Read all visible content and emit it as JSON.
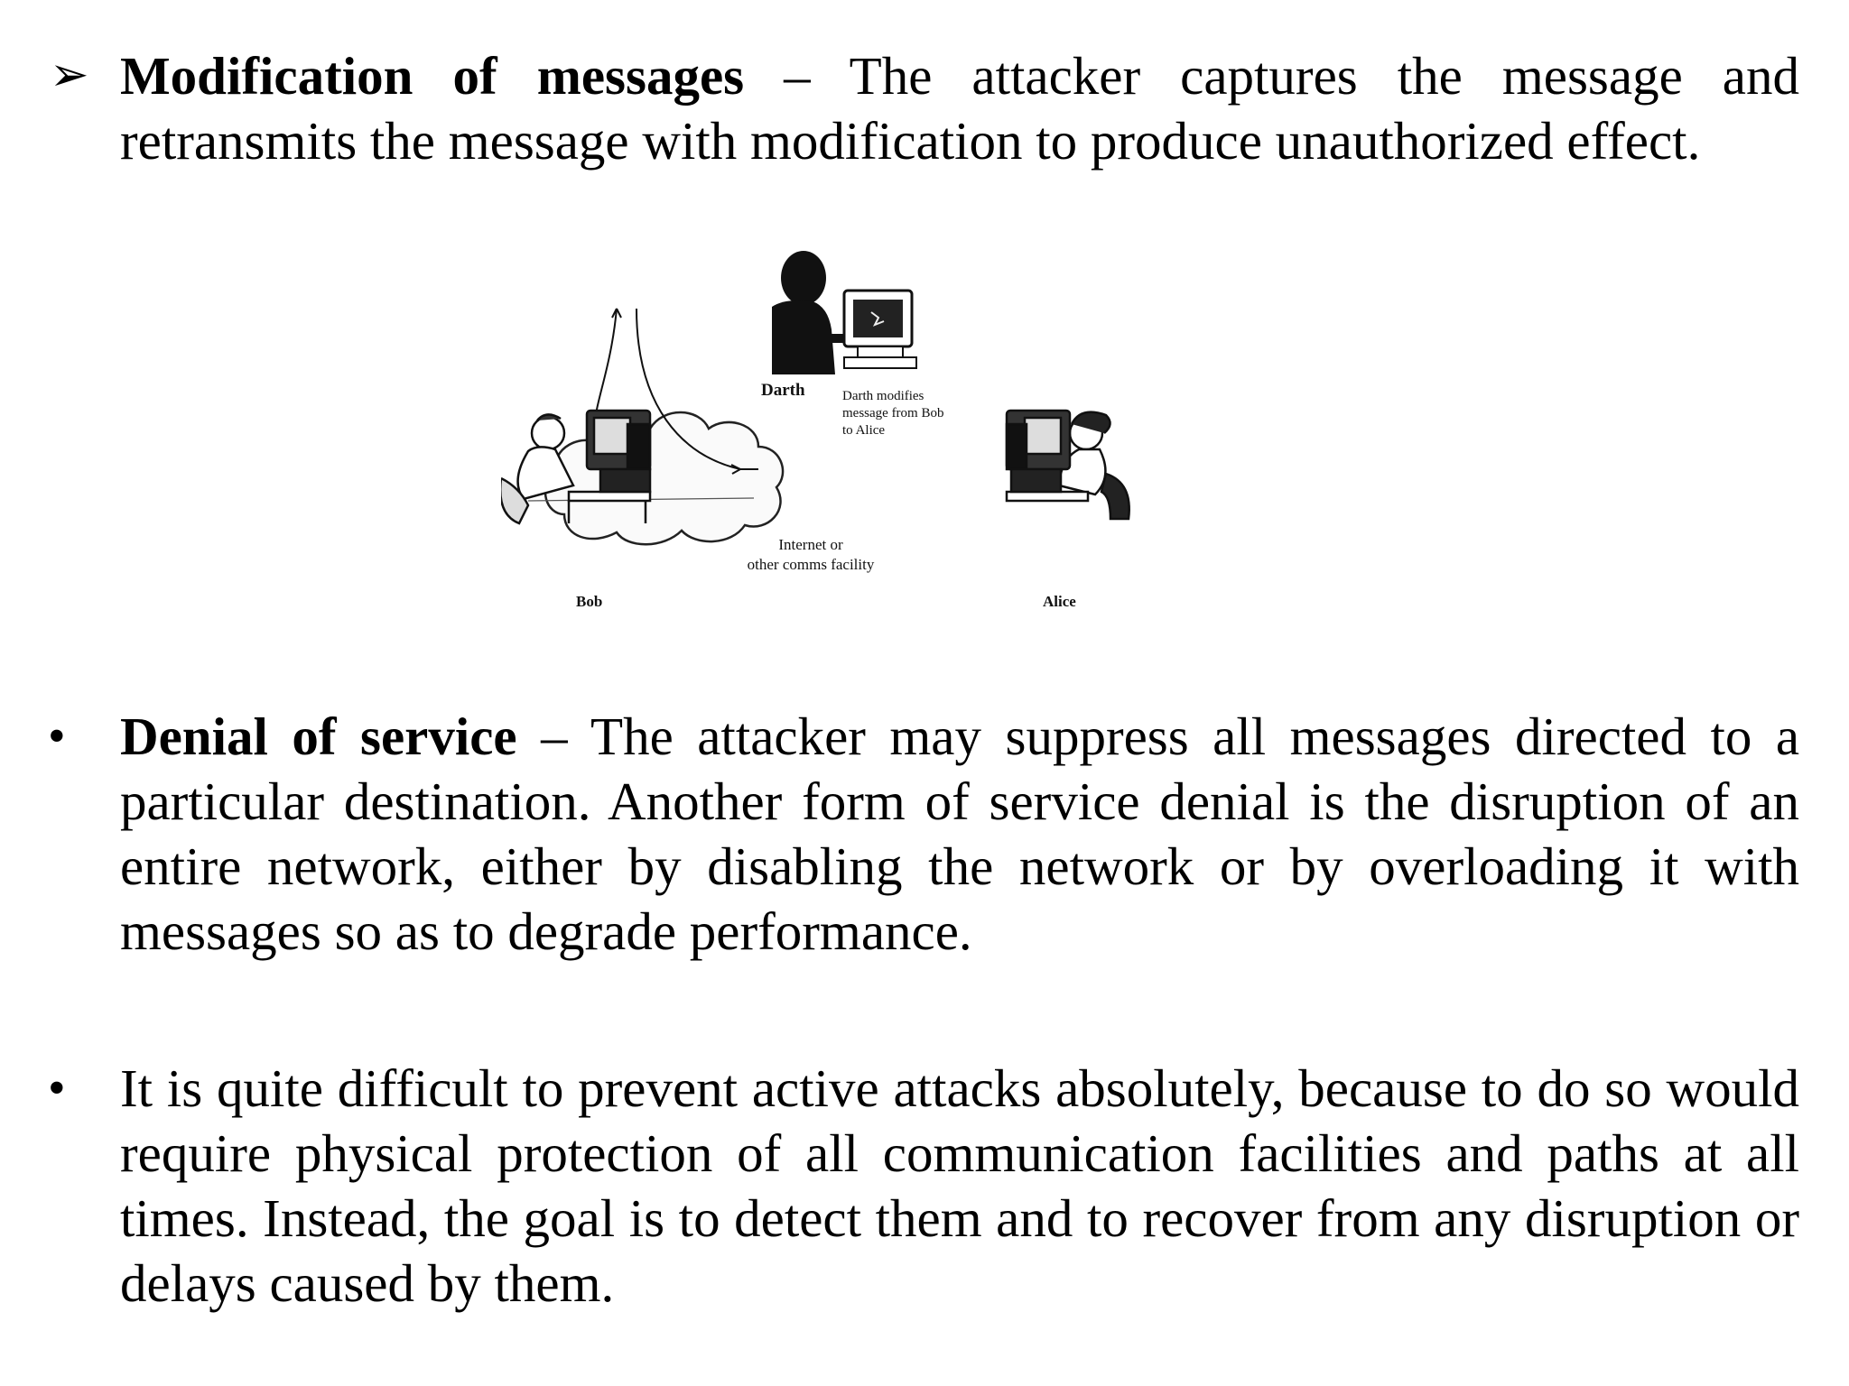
{
  "items": [
    {
      "bullet": "➢",
      "term": "Modification of messages",
      "text": " – The attacker captures the message and retransmits the message with modification to produce unauthorized effect."
    },
    {
      "bullet": "•",
      "term": "Denial of service",
      "text": " – The attacker may suppress all messages directed to a particular destination. Another form of service denial is the disruption of an entire network, either by disabling the network or by overloading it with messages so as to degrade performance."
    },
    {
      "bullet": "•",
      "text": "It is quite difficult to prevent active attacks absolutely, because to do so would require physical protection of all communication facilities and paths at all times. Instead, the goal is to detect them and to recover from any disruption or delays caused by them."
    }
  ],
  "figure": {
    "darth_label": "Darth",
    "darth_note": "Darth modifies\nmessage from Bob\nto Alice",
    "cloud_label": "Internet or\nother comms facility",
    "bob_label": "Bob",
    "alice_label": "Alice"
  }
}
